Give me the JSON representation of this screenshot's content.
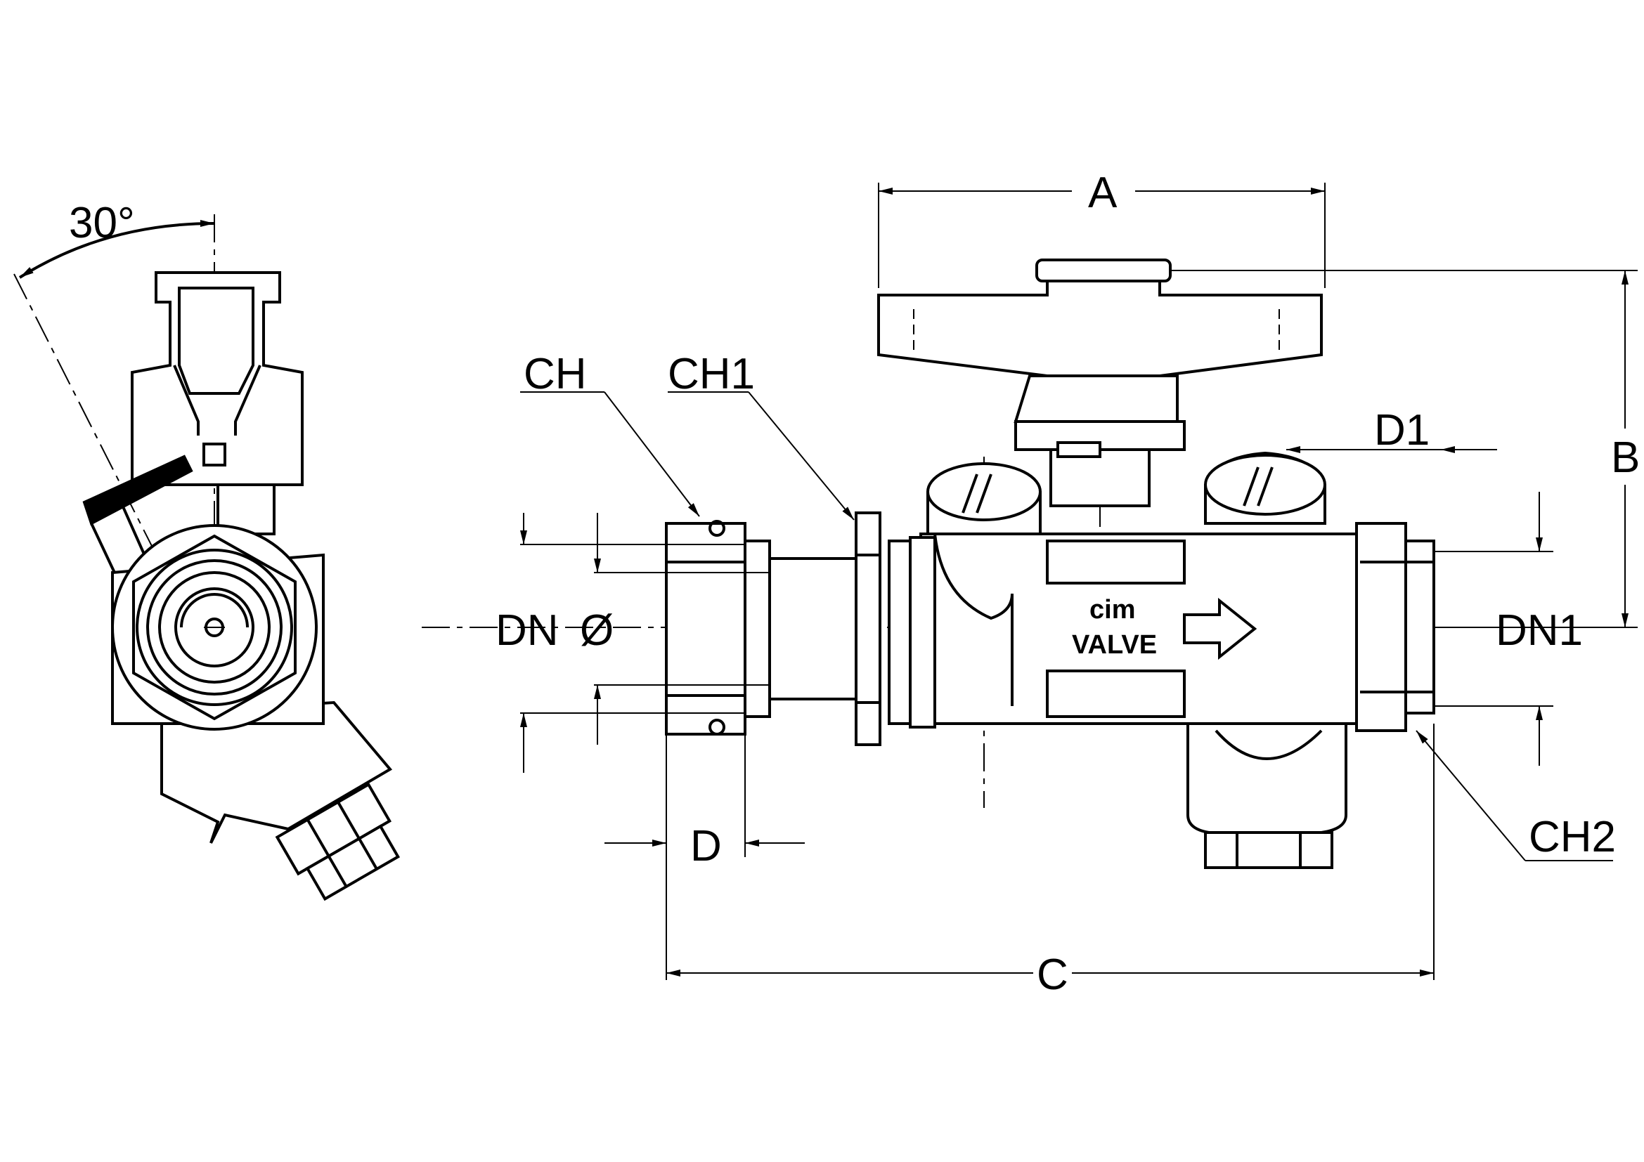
{
  "labels": {
    "angle": "30°",
    "A": "A",
    "B": "B",
    "C": "C",
    "D": "D",
    "D1": "D1",
    "CH": "CH",
    "CH1": "CH1",
    "CH2": "CH2",
    "DN": "DN",
    "diameter": "Ø",
    "DN1": "DN1"
  },
  "logo": {
    "line1": "cim",
    "line2": "VALVE"
  },
  "icons": [
    "flow-arrow-icon",
    "slotted-screw-cap-icon",
    "butterfly-handle-icon",
    "union-nut-icon",
    "hex-locknut-icon"
  ]
}
